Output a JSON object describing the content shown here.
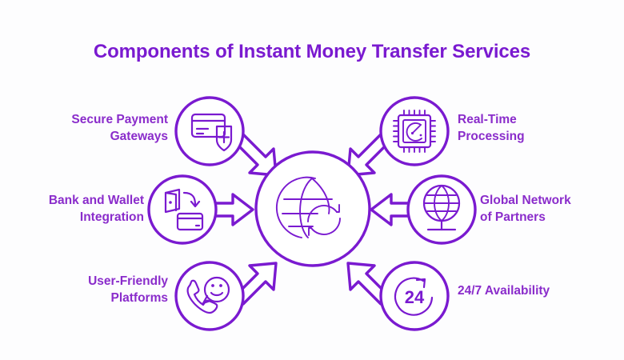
{
  "meta": {
    "background_color": "#fdfdfe",
    "title_color": "#7a1ad0",
    "label_color": "#8a2ccb",
    "line_color": "#7a1ad0"
  },
  "header": {
    "title": "Components of Instant Money Transfer Services"
  },
  "center": {
    "icon": "globe-refresh-icon",
    "label": ""
  },
  "nodes": [
    {
      "id": "secure-payment-gateways",
      "label": "Secure Payment\nGateways",
      "icon": "card-shield-plus-icon",
      "side": "left",
      "row": "top",
      "arrow": "arrow-down-right"
    },
    {
      "id": "bank-and-wallet-integration",
      "label": "Bank and Wallet\nIntegration",
      "icon": "wallet-card-icon",
      "side": "left",
      "row": "middle",
      "arrow": "arrow-right"
    },
    {
      "id": "user-friendly-platforms",
      "label": "User-Friendly\nPlatforms",
      "icon": "phone-smiley-icon",
      "side": "left",
      "row": "bottom",
      "arrow": "arrow-up-right"
    },
    {
      "id": "real-time-processing",
      "label": "Real-Time\nProcessing",
      "icon": "chip-gauge-icon",
      "side": "right",
      "row": "top",
      "arrow": "arrow-down-left"
    },
    {
      "id": "global-network-of-partners",
      "label": "Global Network\nof Partners",
      "icon": "globe-stand-icon",
      "side": "right",
      "row": "middle",
      "arrow": "arrow-left"
    },
    {
      "id": "247-availability",
      "label": "24/7 Availability",
      "icon": "twentyfour-cycle-icon",
      "side": "right",
      "row": "bottom",
      "arrow": "arrow-up-left"
    }
  ],
  "icon_text": {
    "twentyfour": "24"
  }
}
